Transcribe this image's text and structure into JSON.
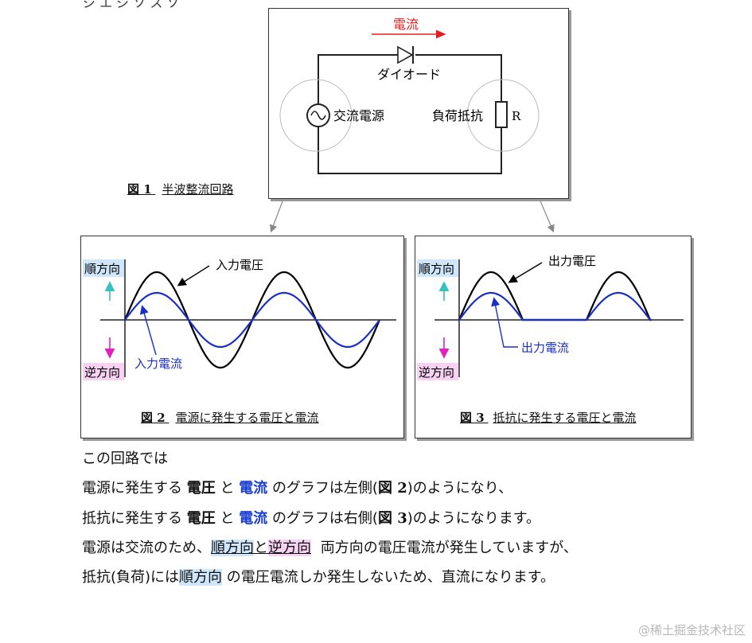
{
  "header_fragment": "ジ エ ジ ソ ス ソ",
  "fig1": {
    "current_label": "電流",
    "diode_label": "ダイオード",
    "source_label": "交流電源",
    "load_label": "負荷抵抗",
    "resistor_symbol": "R",
    "caption_num": "図 1",
    "caption_text": "半波整流回路"
  },
  "fig2": {
    "forward_label": "順方向",
    "reverse_label": "逆方向",
    "voltage_label": "入力電圧",
    "current_label": "入力電流",
    "caption_num": "図 2",
    "caption_text": "電源に発生する電圧と電流"
  },
  "fig3": {
    "forward_label": "順方向",
    "reverse_label": "逆方向",
    "voltage_label": "出力電圧",
    "current_label": "出力電流",
    "caption_num": "図 3",
    "caption_text": "抵抗に発生する電圧と電流"
  },
  "colors": {
    "voltage": "#000000",
    "current": "#1a2fc8",
    "arrow_up": "#36c0c0",
    "arrow_down": "#e020c0",
    "current_arrow": "#e02020",
    "forward_bg": "#cfe6fb",
    "reverse_bg": "#f7d2f3"
  },
  "text": {
    "p1": "この回路では",
    "p2": {
      "a": "電源に発生する",
      "voltage": "電圧",
      "and": "と",
      "current": "電流",
      "b": "のグラフは左側(",
      "ref": "図 2",
      "c": ")のようになり、"
    },
    "p3": {
      "a": "抵抗に発生する",
      "voltage": "電圧",
      "and": "と",
      "current": "電流",
      "b": "のグラフは右側(",
      "ref": "図 3",
      "c": ")のようになります。"
    },
    "p4": {
      "a": "電源は交流のため、",
      "forward": "順方向",
      "and": "と",
      "reverse": "逆方向",
      "b": "両方向の電圧電流が発生していますが、"
    },
    "p5": {
      "a": "抵抗(負荷)には",
      "forward": "順方向",
      "b": "の電圧電流しか発生しないため、直流になります。"
    }
  },
  "watermark": "@稀土掘金技术社区"
}
